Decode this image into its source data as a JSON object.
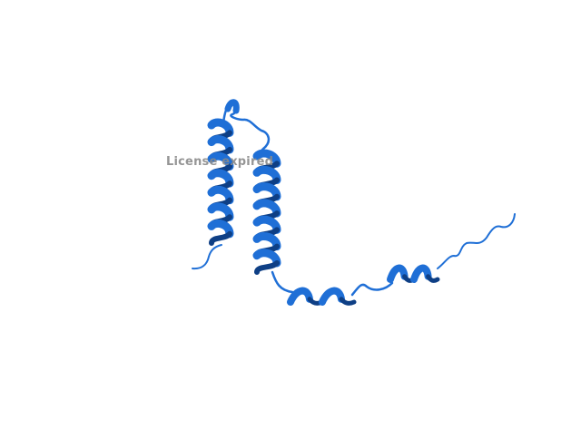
{
  "viewer": {
    "background": "#ffffff",
    "watermark_text": "License expired"
  },
  "structure": {
    "representation": "cartoon",
    "color": "#1f6fd6",
    "shade_color": "#0e3f85",
    "elements": [
      "helix-1",
      "loop-1",
      "helix-2",
      "loop-2",
      "helix-3",
      "loop-3",
      "helix-4",
      "tail"
    ]
  }
}
